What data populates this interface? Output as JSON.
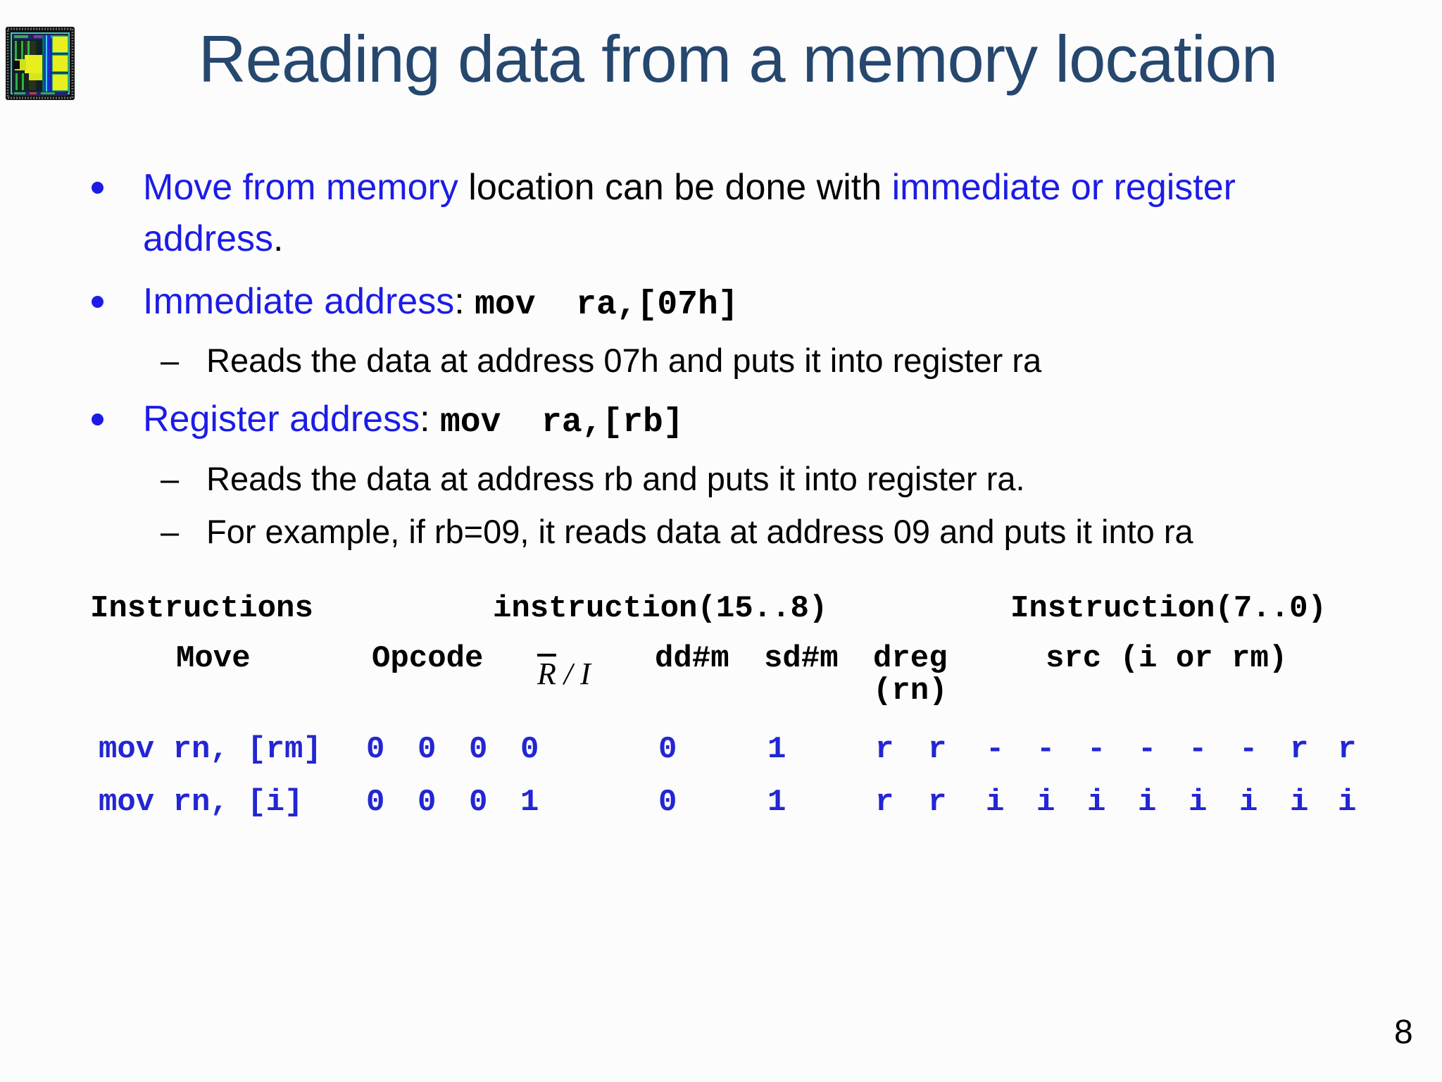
{
  "colors": {
    "title": "#26476e",
    "body_blue": "#1c1ce6",
    "table_blue": "#2326d2",
    "black": "#000000"
  },
  "icon": {
    "name": "chip-die-logo"
  },
  "slide": {
    "title": "Reading data from a memory location",
    "page_number": "8"
  },
  "body": {
    "lines": [
      {
        "marker": "bullet",
        "segments": [
          {
            "text": "Move from memory",
            "style": "blue"
          },
          {
            "text": " location can be done with ",
            "style": "black"
          },
          {
            "text": "immediate or register",
            "style": "blue"
          }
        ]
      },
      {
        "marker": "none",
        "segments": [
          {
            "text": "address",
            "style": "blue"
          },
          {
            "text": ".",
            "style": "black"
          }
        ]
      },
      {
        "marker": "bullet",
        "segments": [
          {
            "text": "Immediate address",
            "style": "blue"
          },
          {
            "text": ": ",
            "style": "black"
          },
          {
            "text": "mov  ra,[07h]",
            "style": "code"
          }
        ]
      },
      {
        "marker": "dash",
        "segments": [
          {
            "text": "Reads the data at address 07h and puts it into register ra",
            "style": "black"
          }
        ]
      },
      {
        "marker": "bullet",
        "segments": [
          {
            "text": "Register address",
            "style": "blue"
          },
          {
            "text": ": ",
            "style": "black"
          },
          {
            "text": "mov  ra,[rb]",
            "style": "code"
          }
        ]
      },
      {
        "marker": "dash",
        "segments": [
          {
            "text": "Reads the data at address rb and puts it into register ra.",
            "style": "black"
          }
        ]
      },
      {
        "marker": "dash",
        "segments": [
          {
            "text": "For example, if rb=09, it reads data at address 09 and puts it into ra",
            "style": "black"
          }
        ]
      }
    ]
  },
  "table": {
    "top_headers": [
      "Instructions",
      "instruction(15..8)",
      "Instruction(7..0)"
    ],
    "col_headers": {
      "move": "Move",
      "opcode": "Opcode",
      "ri_r": "R",
      "ri_sep": " / ",
      "ri_i": "I",
      "ddm": "dd#m",
      "sdm": "sd#m",
      "dreg": "dreg",
      "dreg_sub": "(rn)",
      "src": "src (i or rm)"
    },
    "rows": [
      {
        "mnemonic": "mov rn, [rm]",
        "bits": [
          "0",
          "0",
          "0",
          "0",
          "0",
          "1",
          "r",
          "r",
          "-",
          "-",
          "-",
          "-",
          "-",
          "-",
          "r",
          "r"
        ]
      },
      {
        "mnemonic": "mov rn, [i]",
        "bits": [
          "0",
          "0",
          "0",
          "1",
          "0",
          "1",
          "r",
          "r",
          "i",
          "i",
          "i",
          "i",
          "i",
          "i",
          "i",
          "i"
        ]
      }
    ]
  }
}
